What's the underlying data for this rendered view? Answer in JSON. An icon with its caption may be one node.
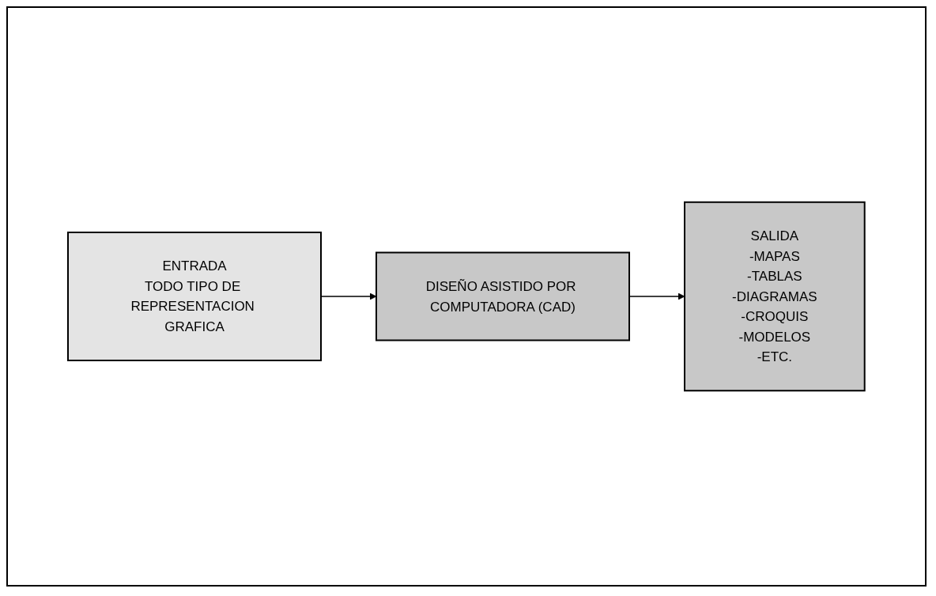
{
  "diagram": {
    "nodes": [
      {
        "text": [
          "ENTRADA",
          "TODO TIPO DE REPRESENTACION GRAFICA"
        ]
      },
      {
        "text": [
          "DISEÑO ASISTIDO POR COMPUTADORA (CAD)"
        ]
      },
      {
        "text": [
          "SALIDA",
          "-MAPAS",
          "-TABLAS",
          "-DIAGRAMAS",
          "-CROQUIS",
          "-MODELOS",
          "-ETC."
        ]
      }
    ],
    "edges": [
      {
        "from": 0,
        "to": 1,
        "arrow": "to"
      },
      {
        "from": 1,
        "to": 2,
        "arrow": "to"
      }
    ]
  }
}
